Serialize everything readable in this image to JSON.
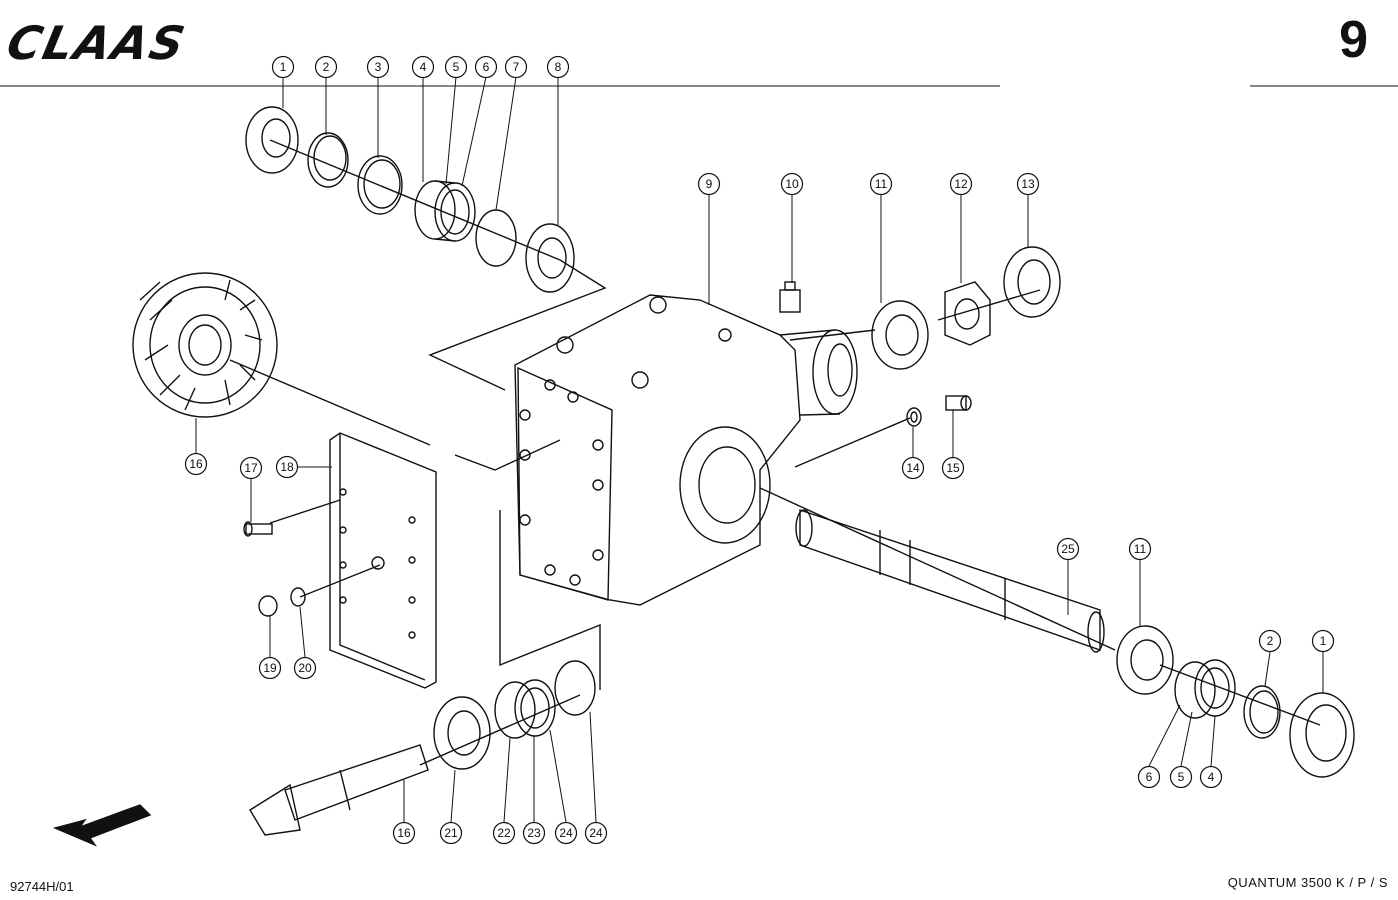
{
  "header": {
    "logo_text": "CLAAS",
    "page_number": "9"
  },
  "footer": {
    "drawing_id": "92744H/01",
    "model": "QUANTUM  3500 K / P / S"
  },
  "callouts": [
    {
      "id": "c1a",
      "label": "1"
    },
    {
      "id": "c2a",
      "label": "2"
    },
    {
      "id": "c3",
      "label": "3"
    },
    {
      "id": "c4a",
      "label": "4"
    },
    {
      "id": "c5a",
      "label": "5"
    },
    {
      "id": "c6a",
      "label": "6"
    },
    {
      "id": "c7",
      "label": "7"
    },
    {
      "id": "c8",
      "label": "8"
    },
    {
      "id": "c9",
      "label": "9"
    },
    {
      "id": "c10",
      "label": "10"
    },
    {
      "id": "c11a",
      "label": "11"
    },
    {
      "id": "c12",
      "label": "12"
    },
    {
      "id": "c13",
      "label": "13"
    },
    {
      "id": "c14",
      "label": "14"
    },
    {
      "id": "c15",
      "label": "15"
    },
    {
      "id": "c16a",
      "label": "16"
    },
    {
      "id": "c17",
      "label": "17"
    },
    {
      "id": "c18",
      "label": "18"
    },
    {
      "id": "c19",
      "label": "19"
    },
    {
      "id": "c20",
      "label": "20"
    },
    {
      "id": "c25",
      "label": "25"
    },
    {
      "id": "c11b",
      "label": "11"
    },
    {
      "id": "c2b",
      "label": "2"
    },
    {
      "id": "c1b",
      "label": "1"
    },
    {
      "id": "c6b",
      "label": "6"
    },
    {
      "id": "c5b",
      "label": "5"
    },
    {
      "id": "c4b",
      "label": "4"
    },
    {
      "id": "c16b",
      "label": "16"
    },
    {
      "id": "c21",
      "label": "21"
    },
    {
      "id": "c22",
      "label": "22"
    },
    {
      "id": "c23",
      "label": "23"
    },
    {
      "id": "c24a",
      "label": "24"
    },
    {
      "id": "c24b",
      "label": "24"
    }
  ]
}
